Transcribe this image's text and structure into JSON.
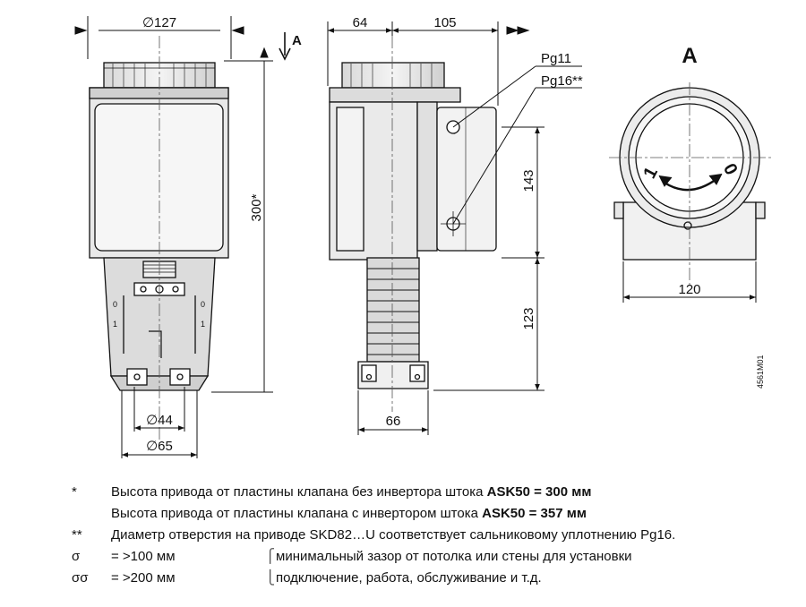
{
  "dimensions": {
    "d127": "∅127",
    "d64": "64",
    "d105": "105",
    "d300": "300*",
    "d143": "143",
    "d123": "123",
    "d44": "∅44",
    "d65": "∅65",
    "d66": "66",
    "d120": "120"
  },
  "view_labels": {
    "arrow_a": "A",
    "view_a": "A"
  },
  "callouts": {
    "pg11": "Pg11",
    "pg16": "Pg16**"
  },
  "dial": {
    "left": "1",
    "right": "0"
  },
  "drawing_code": "4561M01",
  "notes": [
    {
      "symbol": "*",
      "text": "Высота привода от пластины клапана без инвертора штока ",
      "bold": "ASK50 = 300 мм"
    },
    {
      "symbol": "",
      "text": "Высота привода от пластины клапана с инвертором штока ",
      "bold": "ASK50 = 357 мм"
    },
    {
      "symbol": "**",
      "text": "Диаметр отверстия на приводе SKD82…U соответствует сальниковому уплотнению Pg16.",
      "bold": ""
    },
    {
      "symbol": "σ",
      "eq": "= >100 мм",
      "desc": "минимальный зазор от потолка или стены для установки"
    },
    {
      "symbol": "σσ",
      "eq": "= >200 мм",
      "desc": "подключение, работа, обслуживание и т.д."
    }
  ]
}
